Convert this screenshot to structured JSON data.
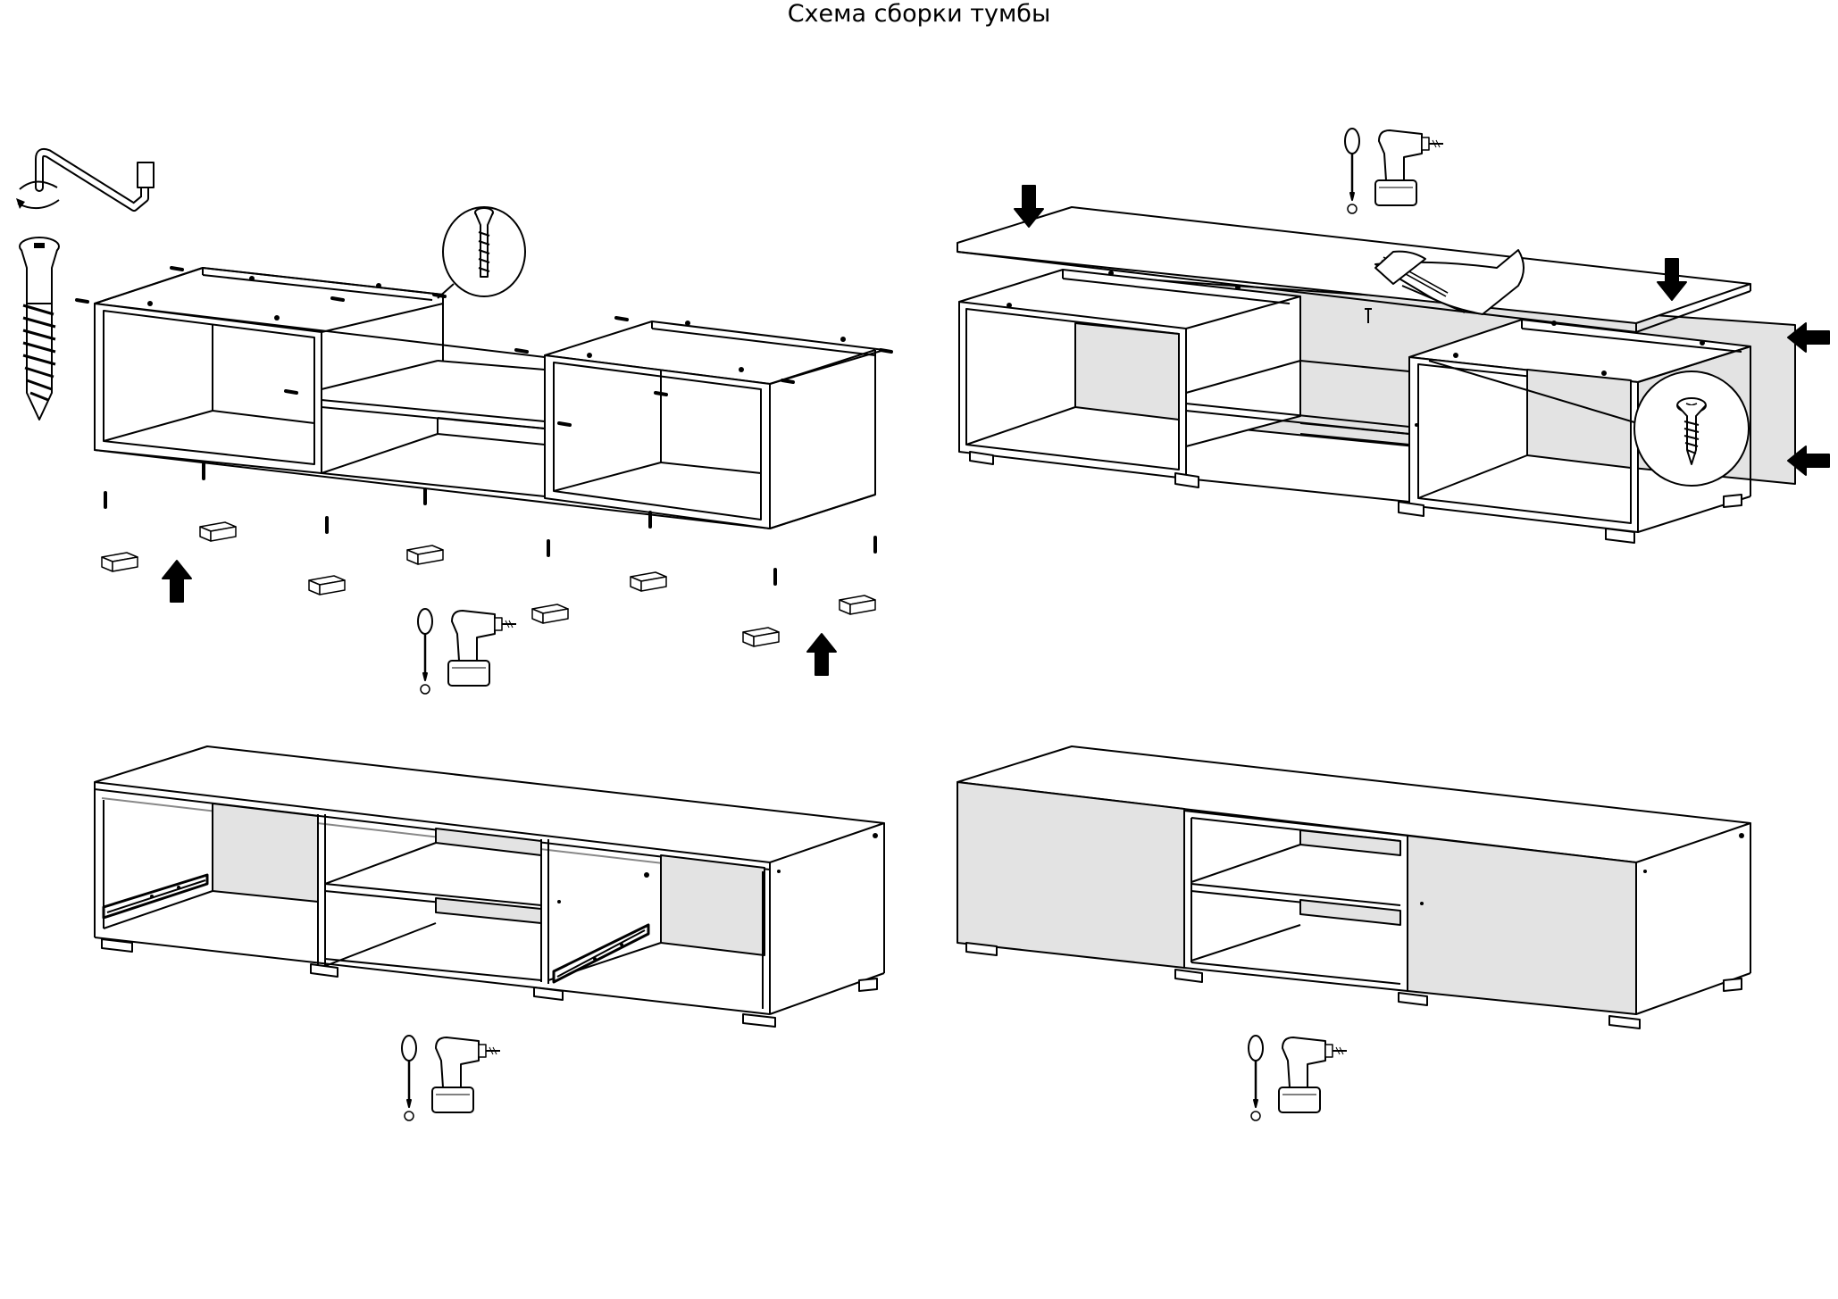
{
  "title": "Схема сборки тумбы",
  "colors": {
    "line": "#000000",
    "panel": "#ffffff",
    "back_panel": "#e3e3e3",
    "door": "#e3e3e3",
    "arrow": "#000000"
  },
  "steps": [
    {
      "id": "step-1",
      "icons": [
        "allen-key-icon",
        "confirmat-screw-icon",
        "screwdriver-icon",
        "drill-icon",
        "arrow-up-icon",
        "screw-detail-icon"
      ]
    },
    {
      "id": "step-2",
      "icons": [
        "screwdriver-icon",
        "drill-icon",
        "hammer-icon",
        "nail-icon",
        "arrow-down-icon",
        "arrow-left-icon",
        "screw-detail-icon"
      ]
    },
    {
      "id": "step-3",
      "icons": [
        "screwdriver-icon",
        "drill-icon",
        "drawer-slide-icon"
      ]
    },
    {
      "id": "step-4",
      "icons": [
        "screwdriver-icon",
        "drill-icon"
      ]
    }
  ]
}
